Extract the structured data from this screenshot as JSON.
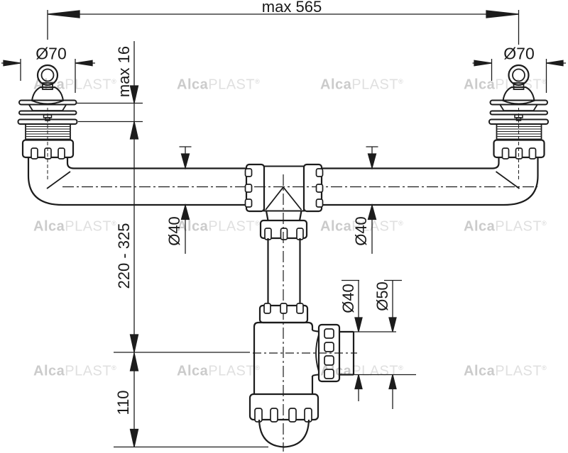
{
  "drawing": {
    "subject": "double-sink-siphon-technical-drawing",
    "dimensions": {
      "overall_width": "max 565",
      "drain_diameter_left": "Ø70",
      "drain_diameter_right": "Ø70",
      "sink_flange_thickness": "max 16",
      "height_range": "220 - 325",
      "pipe_diameter_left": "Ø40",
      "pipe_diameter_right": "Ø40",
      "outlet_diameter_inner": "Ø40",
      "outlet_diameter_outer": "Ø50",
      "trap_bottom_depth": "110"
    },
    "watermark": {
      "bold": "Alca",
      "light": "PLAST",
      "reg": "®"
    },
    "colors": {
      "line": "#1c1c1c",
      "text": "#1a1a1a",
      "watermark_bold": "#cbcbcb",
      "watermark_light": "#e0e0e0",
      "background": "#ffffff"
    }
  }
}
